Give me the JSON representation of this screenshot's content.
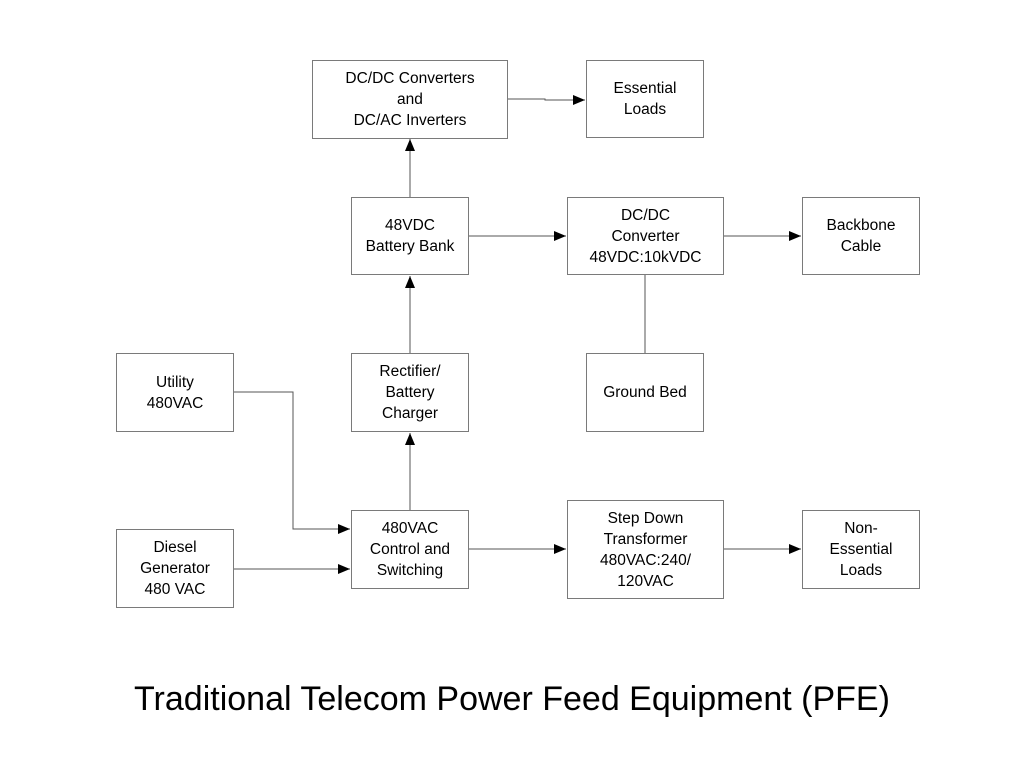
{
  "diagram": {
    "nodes": {
      "dcdc_converters": "DC/DC Converters\nand\nDC/AC Inverters",
      "essential_loads": "Essential\nLoads",
      "battery_bank": "48VDC\nBattery Bank",
      "dcdc_converter_10k": "DC/DC\nConverter\n48VDC:10kVDC",
      "backbone_cable": "Backbone\nCable",
      "utility": "Utility\n480VAC",
      "rectifier": "Rectifier/\nBattery\nCharger",
      "ground_bed": "Ground Bed",
      "diesel_generator": "Diesel\nGenerator\n480 VAC",
      "control_switching": "480VAC\nControl and\nSwitching",
      "step_down_transformer": "Step Down\nTransformer\n480VAC:240/\n120VAC",
      "non_essential_loads": "Non-\nEssential\nLoads"
    },
    "edges": [
      {
        "from": "utility",
        "to": "control_switching",
        "arrow": true
      },
      {
        "from": "diesel_generator",
        "to": "control_switching",
        "arrow": true
      },
      {
        "from": "control_switching",
        "to": "rectifier",
        "arrow": true
      },
      {
        "from": "control_switching",
        "to": "step_down_transformer",
        "arrow": true
      },
      {
        "from": "step_down_transformer",
        "to": "non_essential_loads",
        "arrow": true
      },
      {
        "from": "rectifier",
        "to": "battery_bank",
        "arrow": true
      },
      {
        "from": "battery_bank",
        "to": "dcdc_converters",
        "arrow": true
      },
      {
        "from": "battery_bank",
        "to": "dcdc_converter_10k",
        "arrow": true
      },
      {
        "from": "dcdc_converters",
        "to": "essential_loads",
        "arrow": true
      },
      {
        "from": "dcdc_converter_10k",
        "to": "backbone_cable",
        "arrow": true
      },
      {
        "from": "dcdc_converter_10k",
        "to": "ground_bed",
        "arrow": false
      }
    ]
  },
  "title": "Traditional Telecom Power Feed Equipment (PFE)"
}
